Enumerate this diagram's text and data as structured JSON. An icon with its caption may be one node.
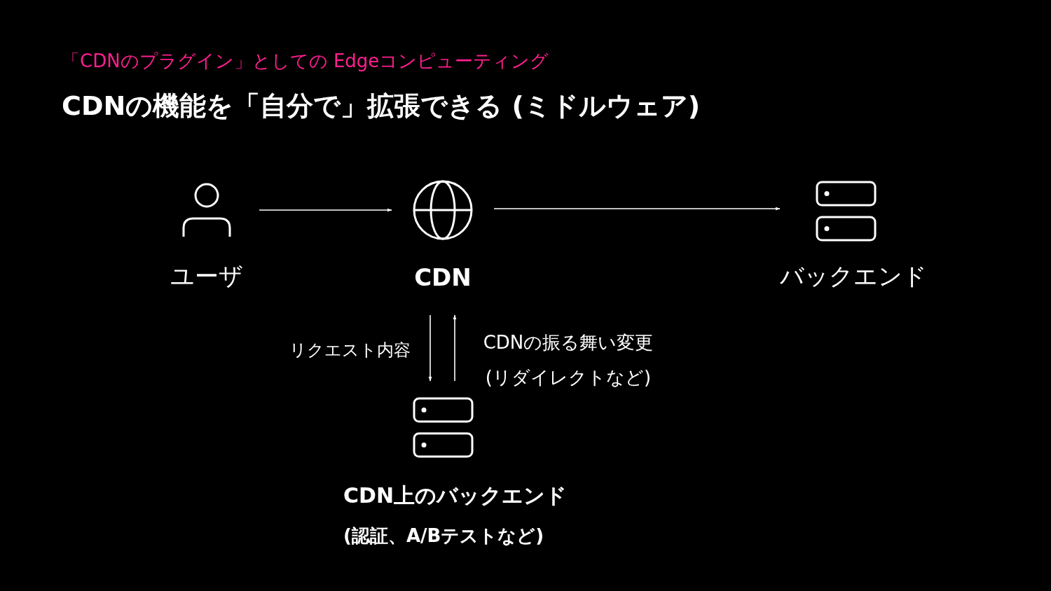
{
  "diagram": {
    "title": "CDNの機能を「自分で」拡張できる (ミドルウェア)",
    "labels": [
      "「CDNのプラグイン」としての Edgeコンピューティング"
    ],
    "nodes": [
      {
        "text": [
          "ユーザ"
        ]
      },
      {
        "text": [
          "CDN"
        ]
      },
      {
        "text": [
          "バックエンド"
        ]
      },
      {
        "text": [
          "CDN上のバックエンド",
          "(認証、A/Bテストなど)"
        ]
      }
    ],
    "edges": [
      {
        "from": 0,
        "to": 1,
        "arrow": "to"
      },
      {
        "from": 1,
        "to": 2,
        "arrow": "to"
      },
      {
        "from": 1,
        "to": 3,
        "arrow": "to",
        "label": "リクエスト内容"
      },
      {
        "from": 3,
        "to": 1,
        "arrow": "to",
        "label": "CDNの振る舞い変更(リダイレクトなど)"
      }
    ]
  }
}
